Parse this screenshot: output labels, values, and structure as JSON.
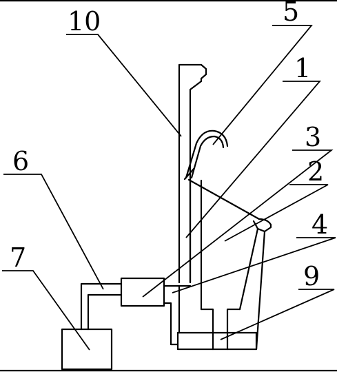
{
  "labels": {
    "l10": "10",
    "l5": "5",
    "l1": "1",
    "l3": "3",
    "l6": "6",
    "l2": "2",
    "l4": "4",
    "l7": "7",
    "l9": "9"
  }
}
